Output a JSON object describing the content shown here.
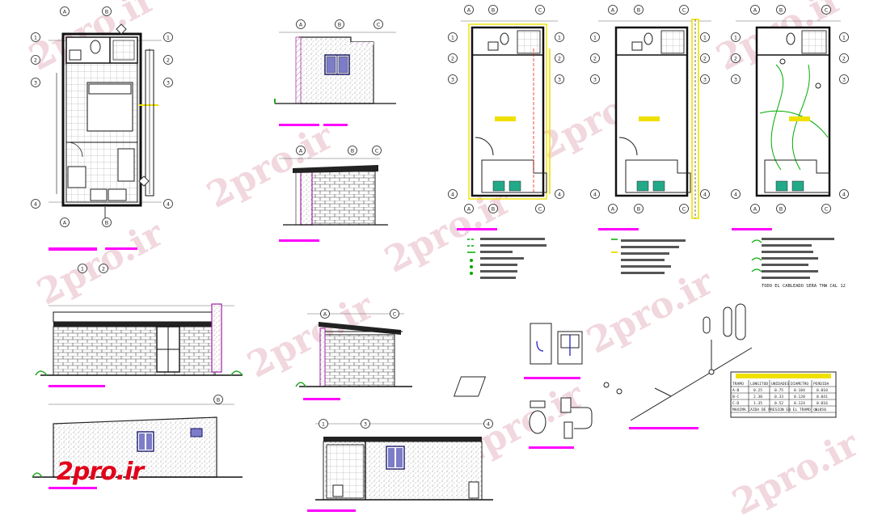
{
  "watermark": {
    "text": "2pro.ir"
  },
  "logo": {
    "text": "2pro.ir"
  },
  "grid_markers": {
    "plan1_top": [
      "A",
      "B"
    ],
    "plan1_side": [
      "1",
      "2",
      "3",
      "4"
    ],
    "elev_top": [
      "A",
      "B",
      "C"
    ],
    "plans_top": [
      "A",
      "B",
      "C"
    ],
    "plans_side": [
      "1",
      "2",
      "3",
      "4"
    ],
    "row2_top": [
      "A",
      "C"
    ],
    "row3_top": [
      "1",
      "3",
      "4"
    ],
    "bottom_mid": [
      "1",
      "2"
    ]
  },
  "general_note": "TODO EL CABLEADO SERA THW CAL 12",
  "iso_table": {
    "headers": [
      "TRAMO",
      "LONGITUD",
      "UNIDADES",
      "DIAMETRO",
      "PERDIDA"
    ],
    "rows": [
      [
        "A-B",
        "0.25",
        "0.75",
        "0.184",
        "0.010"
      ],
      [
        "B-C",
        "2.30",
        "0.33",
        "0.128",
        "0.041"
      ],
      [
        "C-D",
        "1.35",
        "0.52",
        "0.124",
        "0.016"
      ]
    ],
    "footer": "MAXIMA CAIDA DE PRESION EN EL TRAMO (m)",
    "footer_value": "0.050"
  }
}
